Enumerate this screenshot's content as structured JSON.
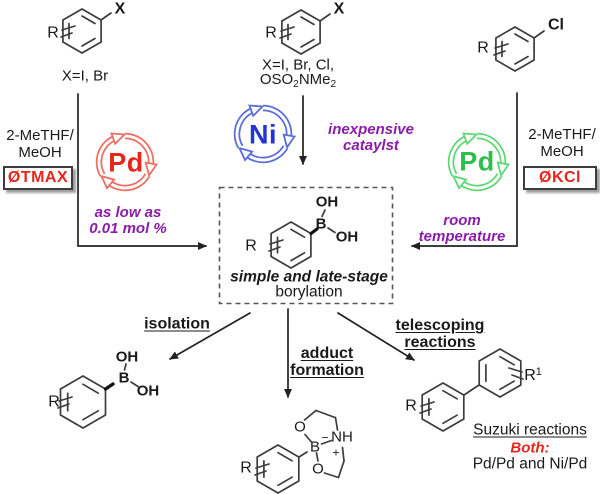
{
  "colors": {
    "red": "#e8251d",
    "red_arrow": "#ee6e62",
    "blue": "#2333d6",
    "blue_arrow": "#5b6cdb",
    "green": "#2cc04b",
    "green_arrow": "#5fd774",
    "purple": "#8b1ca8",
    "ink": "#1a1a1a"
  },
  "top": {
    "left": {
      "r": "R",
      "x": "X",
      "note": "X=I, Br"
    },
    "middle": {
      "r": "R",
      "x": "X",
      "note1": "X=I, Br, Cl,",
      "note2a": "OSO",
      "note2sub1": "2",
      "note2b": "NMe",
      "note2sub2": "2"
    },
    "right": {
      "r": "R",
      "x": "Cl"
    }
  },
  "left_branch": {
    "solvent1": "2-MeTHF/",
    "solvent2": "MeOH",
    "badge": "ØTMAX",
    "catalyst": "Pd",
    "note1": "as low as",
    "note2": "0.01 mol %"
  },
  "middle_branch": {
    "catalyst": "Ni",
    "note1": "inexpensive",
    "note2": "cataylst"
  },
  "right_branch": {
    "solvent1": "2-MeTHF/",
    "solvent2": "MeOH",
    "badge": "ØKCl",
    "catalyst": "Pd",
    "note1": "room",
    "note2": "temperature"
  },
  "center_box": {
    "oh_top": "OH",
    "b": "B",
    "oh_right": "OH",
    "r": "R",
    "caption1": "simple and late-stage",
    "caption2": "borylation"
  },
  "bottom": {
    "isolation": {
      "label": "isolation",
      "oh_top": "OH",
      "b": "B",
      "oh_right": "OH",
      "r": "R"
    },
    "adduct": {
      "label1": "adduct",
      "label2": "formation",
      "o_top": "O",
      "b": "B",
      "minus": "−",
      "nh": "NH",
      "plus": "+",
      "o_bottom": "O",
      "r": "R"
    },
    "telescoping": {
      "label1": "telescoping",
      "label2": "reactions",
      "r": "R",
      "r1_base": "R",
      "r1_sup": "1",
      "suzuki": "Suzuki reactions",
      "both": "Both:",
      "detail": "Pd/Pd and Ni/Pd"
    }
  }
}
